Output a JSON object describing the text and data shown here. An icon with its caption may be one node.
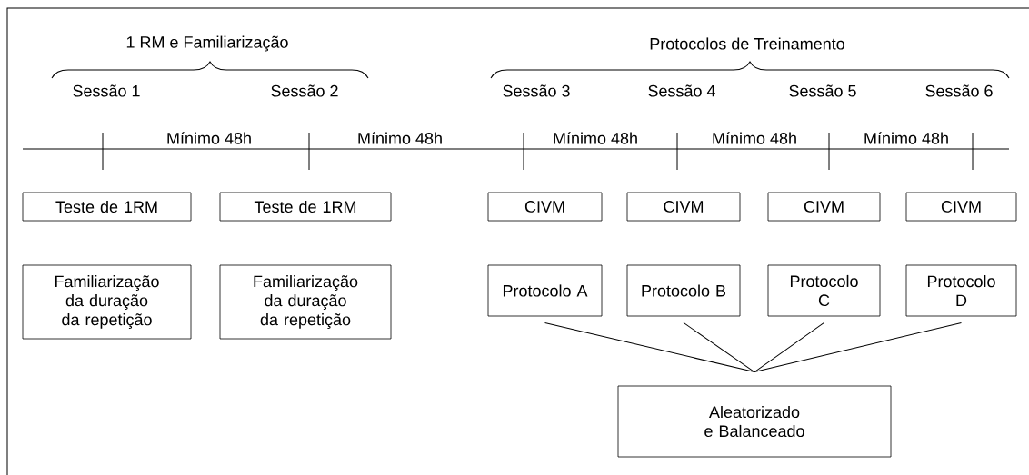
{
  "diagram": {
    "nodes": [
      {
        "text": [
          "Teste de 1RM"
        ]
      },
      {
        "text": [
          "Teste de 1RM"
        ]
      },
      {
        "text": [
          "CIVM"
        ]
      },
      {
        "text": [
          "CIVM"
        ]
      },
      {
        "text": [
          "CIVM"
        ]
      },
      {
        "text": [
          "CIVM"
        ]
      },
      {
        "text": [
          "Familiarização da duração da repetição"
        ]
      },
      {
        "text": [
          "Familiarização da duração da repetição"
        ]
      },
      {
        "text": [
          "Protocolo A"
        ]
      },
      {
        "text": [
          "Protocolo B"
        ]
      },
      {
        "text": [
          "Protocolo C"
        ]
      },
      {
        "text": [
          "Protocolo D"
        ]
      },
      {
        "text": [
          "Aleatorizado e Balanceado"
        ]
      }
    ],
    "edges": [
      {
        "from": 8,
        "to": 12,
        "arrow": "none"
      },
      {
        "from": 9,
        "to": 12,
        "arrow": "none"
      },
      {
        "from": 10,
        "to": 12,
        "arrow": "none"
      },
      {
        "from": 11,
        "to": 12,
        "arrow": "none"
      }
    ],
    "labels": [
      "1 RM e Familiarização",
      "Protocolos de Treinamento",
      "Sessão 1",
      "Sessão 2",
      "Sessão 3",
      "Sessão 4",
      "Sessão 5",
      "Sessão 6",
      "Mínimo 48h",
      "Mínimo 48h",
      "Mínimo 48h",
      "Mínimo 48h",
      "Mínimo 48h"
    ]
  }
}
